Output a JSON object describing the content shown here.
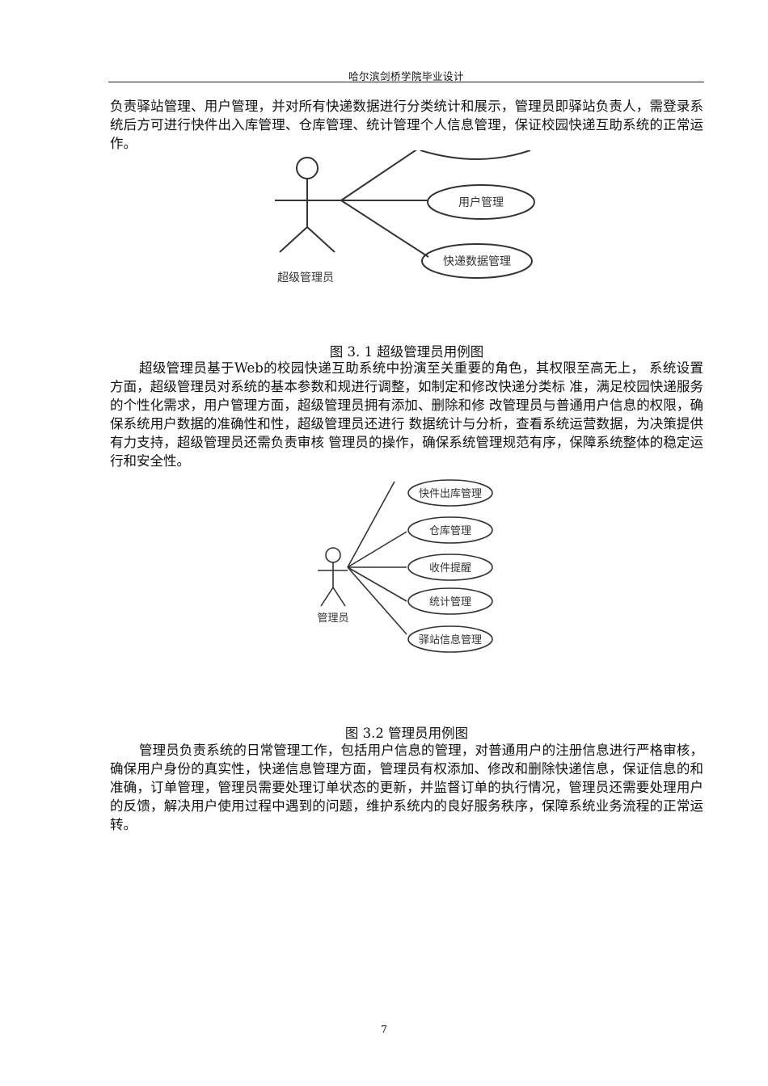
{
  "header": {
    "title": "哈尔滨剑桥学院毕业设计"
  },
  "paragraphs": {
    "p1": "负责驿站管理、用户管理，并对所有快递数据进行分类统计和展示，管理员即驿站负责人，需登录系统后方可进行快件出入库管理、仓库管理、统计管理个人信息管理，保证校园快递互助系统的正常运作。",
    "p2": "超级管理员基于Web的校园快递互助系统中扮演至关重要的角色，其权限至高无上， 系统设置方面，超级管理员对系统的基本参数和规进行调整，如制定和修改快递分类标 准，满足校园快递服务的个性化需求，用户管理方面，超级管理员拥有添加、删除和修 改管理员与普通用户信息的权限，确保系统用户数据的准确性和性，超级管理员还进行 数据统计与分析，查看系统运营数据，为决策提供有力支持，超级管理员还需负责审核 管理员的操作，确保系统管理规范有序，保障系统整体的稳定运行和安全性。",
    "p3": "管理员负责系统的日常管理工作，包括用户信息的管理，对普通用户的注册信息进行严格审核，确保用户身份的真实性，快递信息管理方面，管理员有权添加、修改和删除快递信息，保证信息的和准确，订单管理，管理员需要处理订单状态的更新，并监督订单的执行情况，管理员还需要处理用户的反馈，解决用户使用过程中遇到的问题，维护系统内的良好服务秩序，保障系统业务流程的正常运转。"
  },
  "figure1": {
    "actor": "超级管理员",
    "use_cases": [
      "用户管理",
      "快递数据管理"
    ],
    "caption": "图  3. 1 超级管理员用例图"
  },
  "figure2": {
    "actor": "管理员",
    "use_cases": [
      "快件出库管理",
      "仓库管理",
      "收件提醒",
      "统计管理",
      "驿站信息管理"
    ],
    "caption": "图  3.2 管理员用例图"
  },
  "footer": {
    "page_number": "7"
  }
}
